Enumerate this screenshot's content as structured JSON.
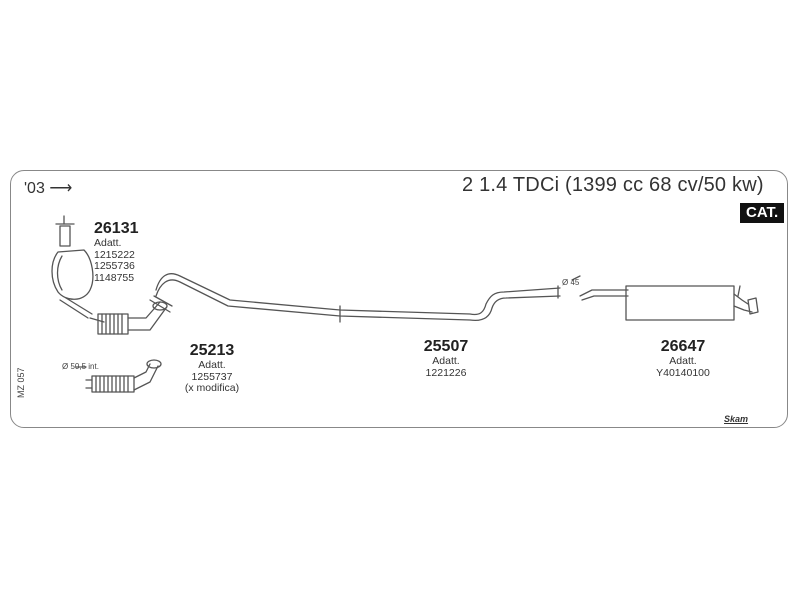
{
  "header": {
    "year_label": "'03",
    "engine_title": "2 1.4 TDCi (1399 cc 68 cv/50 kw)",
    "cat_badge": "CAT."
  },
  "parts": [
    {
      "code": "26131",
      "note": "Adatt.",
      "refs": [
        "1215222",
        "1255736",
        "1148755"
      ]
    },
    {
      "code": "25213",
      "note": "Adatt.",
      "refs": [
        "1255737",
        "(x modifica)"
      ]
    },
    {
      "code": "25507",
      "note": "Adatt.",
      "refs": [
        "1221226"
      ]
    },
    {
      "code": "26647",
      "note": "Adatt.",
      "refs": [
        "Y40140100"
      ]
    }
  ],
  "annotations": {
    "inlet_diameter": "Ø 50,5 int.",
    "pipe_diameter": "Ø 45"
  },
  "footer": {
    "catalog_ref": "MZ 057",
    "brand": "Skam"
  },
  "colors": {
    "line": "#555555",
    "border": "#888888",
    "badge_bg": "#111111"
  }
}
